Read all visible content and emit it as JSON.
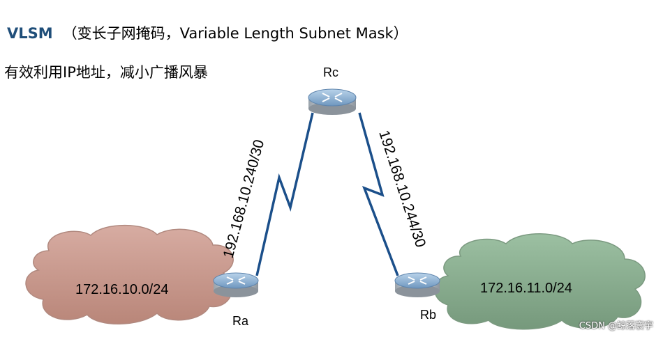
{
  "title": {
    "acronym": "VLSM",
    "text": "（变长子网掩码，Variable Length Subnet Mask）"
  },
  "subtitle": "有效利用IP地址，减小广播风暴",
  "routers": {
    "rc": "Rc",
    "ra": "Ra",
    "rb": "Rb"
  },
  "links": {
    "ra_rc": "192.168.10.240/30",
    "rc_rb": "192.168.10.244/30"
  },
  "networks": {
    "left": "172.16.10.0/24",
    "right": "172.16.11.0/24"
  },
  "colors": {
    "acronym": "#1f4e79",
    "left_cloud": "#c9958a",
    "right_cloud": "#86ab8c",
    "link": "#1b4f8a",
    "router": "#7ea6cc"
  },
  "watermark": "CSDN @鲸落寰宇"
}
